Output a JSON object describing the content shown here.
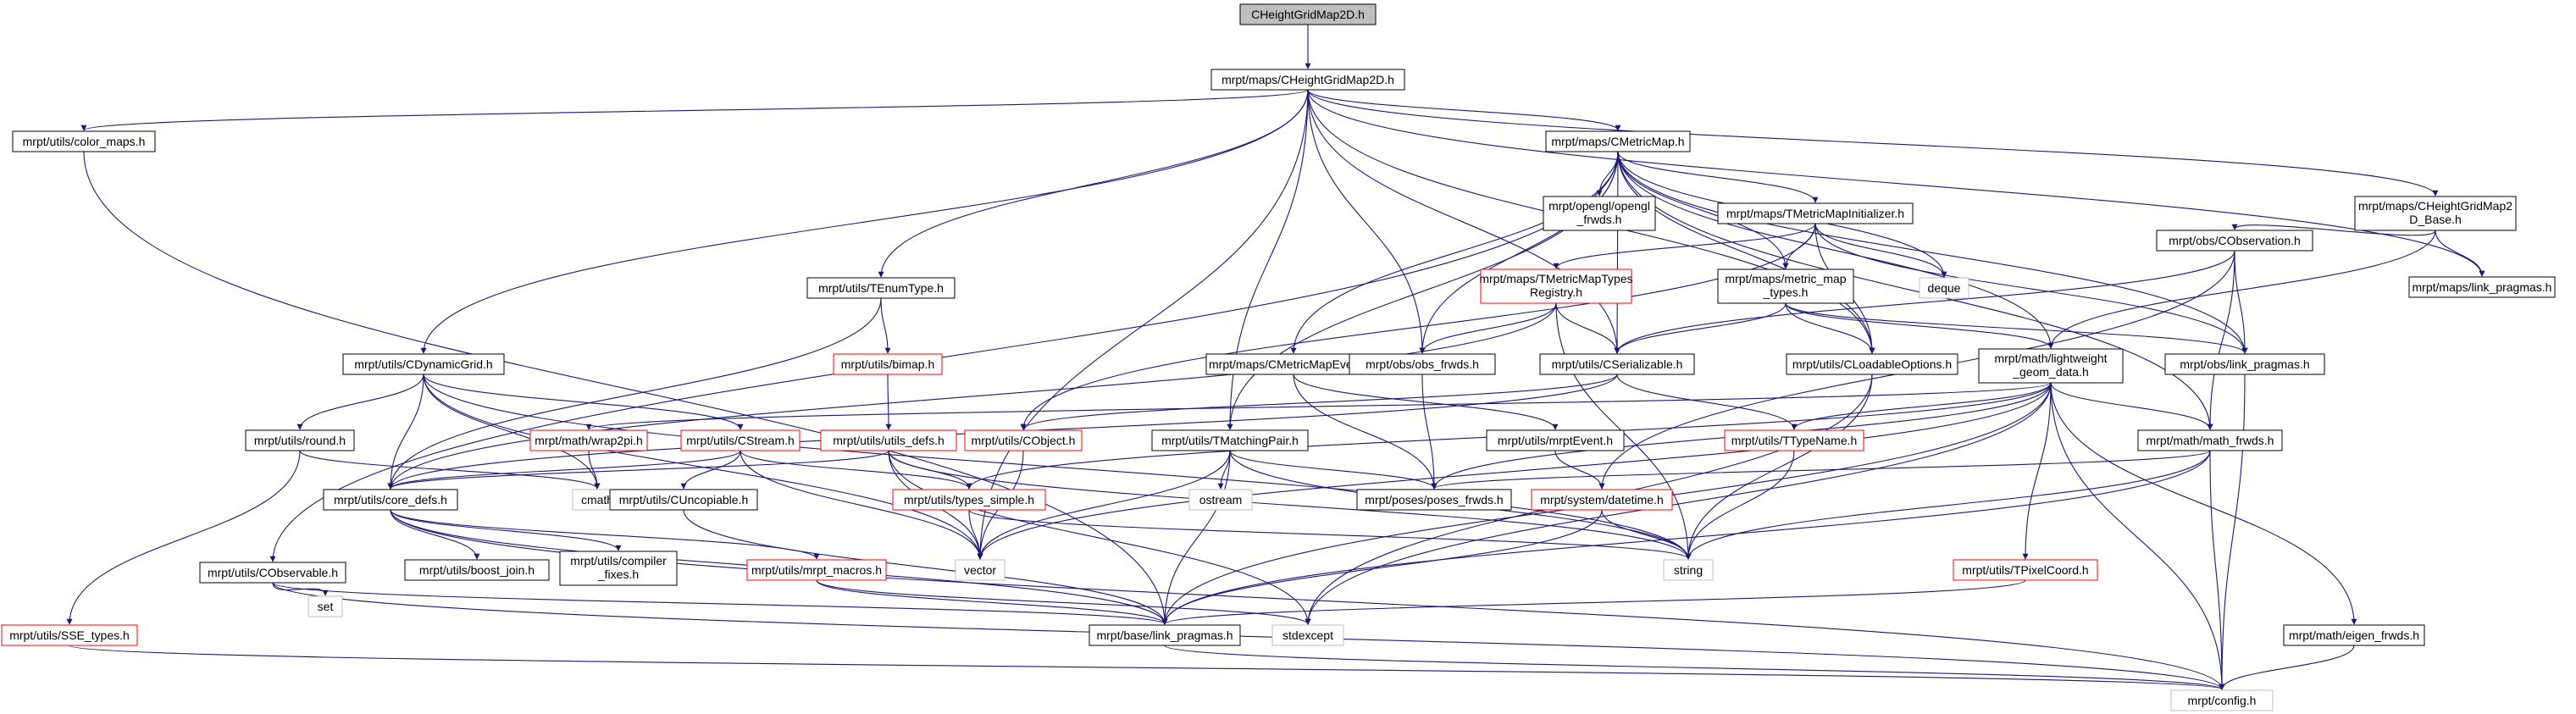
{
  "colors": {
    "edge": "#191970",
    "node_border_default": "#000000",
    "node_border_missing": "#ff0000",
    "node_border_system": "#bfbfbf",
    "root_fill": "#bfbfbf",
    "node_fill": "#ffffff"
  },
  "nodes": {
    "root": {
      "label": "CHeightGridMap2D.h"
    },
    "hgm": {
      "label": "mrpt/maps/CHeightGridMap2D.h"
    },
    "colormaps": {
      "label": "mrpt/utils/color_maps.h"
    },
    "cmetricmap": {
      "label": "mrpt/maps/CMetricMap.h"
    },
    "hgm_base": {
      "lines": [
        "mrpt/maps/CHeightGridMap2",
        "D_Base.h"
      ]
    },
    "opengl_frwds": {
      "lines": [
        "mrpt/opengl/opengl",
        "_frwds.h"
      ]
    },
    "tmetricinit": {
      "label": "mrpt/maps/TMetricMapInitializer.h"
    },
    "deque": {
      "label": "deque"
    },
    "maps_linkpragmas": {
      "label": "mrpt/maps/link_pragmas.h"
    },
    "tenumtype": {
      "label": "mrpt/utils/TEnumType.h"
    },
    "tmetricreg": {
      "lines": [
        "mrpt/maps/TMetricMapTypes",
        "Registry.h"
      ]
    },
    "metric_map_types": {
      "lines": [
        "mrpt/maps/metric_map",
        "_types.h"
      ]
    },
    "cobservation": {
      "label": "mrpt/obs/CObservation.h"
    },
    "bimap": {
      "label": "mrpt/utils/bimap.h"
    },
    "cdyngrid": {
      "label": "mrpt/utils/CDynamicGrid.h"
    },
    "cmetricevents": {
      "label": "mrpt/maps/CMetricMapEvents.h"
    },
    "obs_frwds": {
      "label": "mrpt/obs/obs_frwds.h"
    },
    "cserializable": {
      "label": "mrpt/utils/CSerializable.h"
    },
    "cloadable": {
      "label": "mrpt/utils/CLoadableOptions.h"
    },
    "geom_data": {
      "lines": [
        "mrpt/math/lightweight",
        "_geom_data.h"
      ]
    },
    "obs_linkpragmas": {
      "label": "mrpt/obs/link_pragmas.h"
    },
    "round": {
      "label": "mrpt/utils/round.h"
    },
    "wrap2pi": {
      "label": "mrpt/math/wrap2pi.h"
    },
    "cstream": {
      "label": "mrpt/utils/CStream.h"
    },
    "utils_defs": {
      "label": "mrpt/utils/utils_defs.h"
    },
    "cobject": {
      "label": "mrpt/utils/CObject.h"
    },
    "tmatchingpair": {
      "label": "mrpt/utils/TMatchingPair.h"
    },
    "mrptevent": {
      "label": "mrpt/utils/mrptEvent.h"
    },
    "ttypename": {
      "label": "mrpt/utils/TTypeName.h"
    },
    "math_frwds": {
      "label": "mrpt/math/math_frwds.h"
    },
    "core_defs": {
      "label": "mrpt/utils/core_defs.h"
    },
    "cmath": {
      "label": "cmath"
    },
    "cuncopiable": {
      "label": "mrpt/utils/CUncopiable.h"
    },
    "types_simple": {
      "label": "mrpt/utils/types_simple.h"
    },
    "ostream": {
      "label": "ostream"
    },
    "poses_frwds": {
      "label": "mrpt/poses/poses_frwds.h"
    },
    "datetime": {
      "label": "mrpt/system/datetime.h"
    },
    "cobservable": {
      "label": "mrpt/utils/CObservable.h"
    },
    "boost_join": {
      "label": "mrpt/utils/boost_join.h"
    },
    "compiler_fixes": {
      "lines": [
        "mrpt/utils/compiler",
        "_fixes.h"
      ]
    },
    "mrpt_macros": {
      "label": "mrpt/utils/mrpt_macros.h"
    },
    "vector": {
      "label": "vector"
    },
    "string": {
      "label": "string"
    },
    "tpixelcoord": {
      "label": "mrpt/utils/TPixelCoord.h"
    },
    "set": {
      "label": "set"
    },
    "sse_types": {
      "label": "mrpt/utils/SSE_types.h"
    },
    "base_linkpragmas": {
      "label": "mrpt/base/link_pragmas.h"
    },
    "stdexcept": {
      "label": "stdexcept"
    },
    "eigen_frwds": {
      "label": "mrpt/math/eigen_frwds.h"
    },
    "config": {
      "label": "mrpt/config.h"
    }
  }
}
